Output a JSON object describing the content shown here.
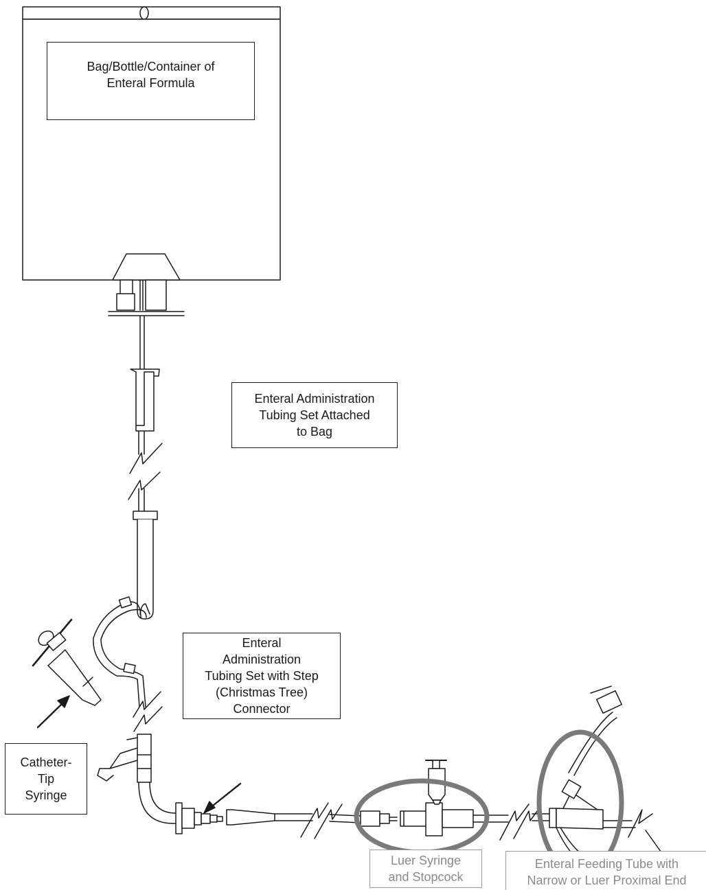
{
  "labels": {
    "container": "Bag/Bottle/Container of\nEnteral Formula",
    "tubing_set_attached": "Enteral Administration\nTubing Set Attached\nto Bag",
    "step_connector": "Enteral\nAdministration\nTubing Set with Step\n(Christmas Tree)\nConnector",
    "catheter_syringe": "Catheter-\nTip\nSyringe",
    "luer_syringe": "Luer Syringe\nand Stopcock",
    "feeding_tube": "Enteral Feeding Tube with\nNarrow or Luer Proximal End"
  },
  "colors": {
    "line": "#1a1a1a",
    "highlight_ring": "#7a7a7a",
    "muted_text": "#8a8a8a"
  }
}
